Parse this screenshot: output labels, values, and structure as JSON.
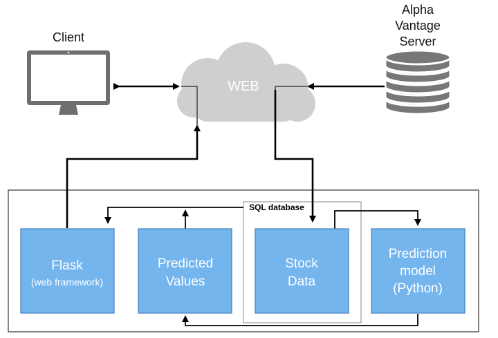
{
  "labels": {
    "client": "Client",
    "server_line1": "Alpha",
    "server_line2": "Vantage",
    "server_line3": "Server",
    "web": "WEB",
    "sql_database": "SQL database"
  },
  "boxes": {
    "flask_line1": "Flask",
    "flask_line2": "(web framework)",
    "predicted_line1": "Predicted",
    "predicted_line2": "Values",
    "stock_line1": "Stock",
    "stock_line2": "Data",
    "model_line1": "Prediction",
    "model_line2": "model",
    "model_line3": "(Python)"
  },
  "colors": {
    "box_fill": "#74b5ee",
    "box_stroke": "#3f7fbf",
    "cloud": "#cfcfcf",
    "monitor": "#6e6e6e",
    "database": "#777777",
    "arrow": "#000000"
  },
  "icons": {
    "client": "monitor-icon",
    "server": "database-icon",
    "web": "cloud-icon"
  }
}
